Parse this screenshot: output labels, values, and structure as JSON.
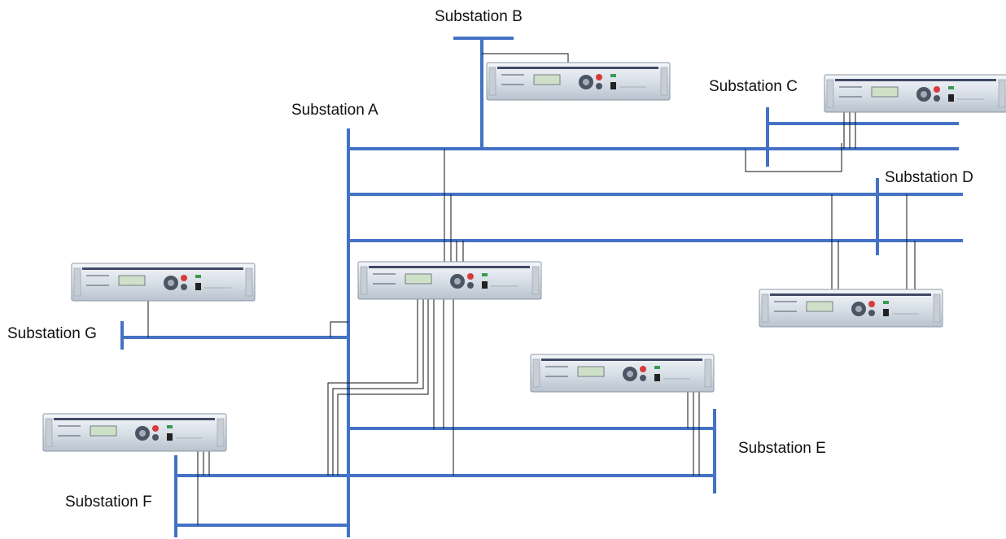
{
  "substations": [
    {
      "id": "A",
      "label": "Substation A"
    },
    {
      "id": "B",
      "label": "Substation B"
    },
    {
      "id": "C",
      "label": "Substation C"
    },
    {
      "id": "D",
      "label": "Substation D"
    },
    {
      "id": "E",
      "label": "Substation E"
    },
    {
      "id": "F",
      "label": "Substation F"
    },
    {
      "id": "G",
      "label": "Substation G"
    }
  ],
  "colors": {
    "bus_line": "#4472c4",
    "wire": "#111111",
    "device_body": "#dde3ea",
    "device_display": "#cfe0c8",
    "device_button_red": "#d93a3a"
  },
  "icons": {
    "device": "rack-mounted-recorder-icon",
    "bus": "busbar-line"
  }
}
